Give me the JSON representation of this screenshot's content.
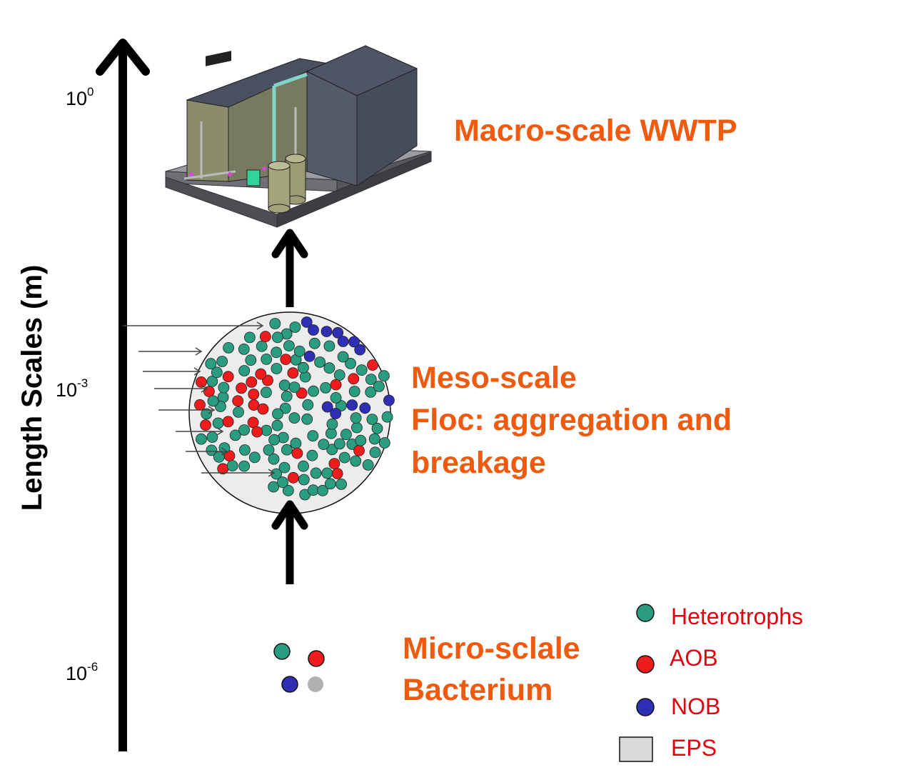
{
  "axis": {
    "title": "Length Scales (m)",
    "ticks": [
      {
        "base": "10",
        "exp": "0"
      },
      {
        "base": "10",
        "exp": "-3"
      },
      {
        "base": "10",
        "exp": "-6"
      }
    ]
  },
  "scales": {
    "macro": {
      "line1": "Macro-scale WWTP"
    },
    "meso": {
      "line1": "Meso-scale",
      "line2": "Floc: aggregation and",
      "line3": "breakage"
    },
    "micro": {
      "line1": "Micro-sclale",
      "line2": "Bacterium"
    }
  },
  "legend": {
    "items": [
      {
        "label": "Heterotrophs",
        "color": "#2a9d80"
      },
      {
        "label": "AOB",
        "color": "#ee1c1c"
      },
      {
        "label": "NOB",
        "color": "#2f2fb5"
      },
      {
        "label": "EPS",
        "color": "#d9d9d9"
      }
    ]
  },
  "colors": {
    "heterotroph": "#2a9d80",
    "aob": "#ee1c1c",
    "nob": "#2f2fb5",
    "eps": "#d9d9d9",
    "floc_background": "#ececec",
    "label_orange": "#ef5a0f",
    "legend_red": "#e3000f"
  }
}
